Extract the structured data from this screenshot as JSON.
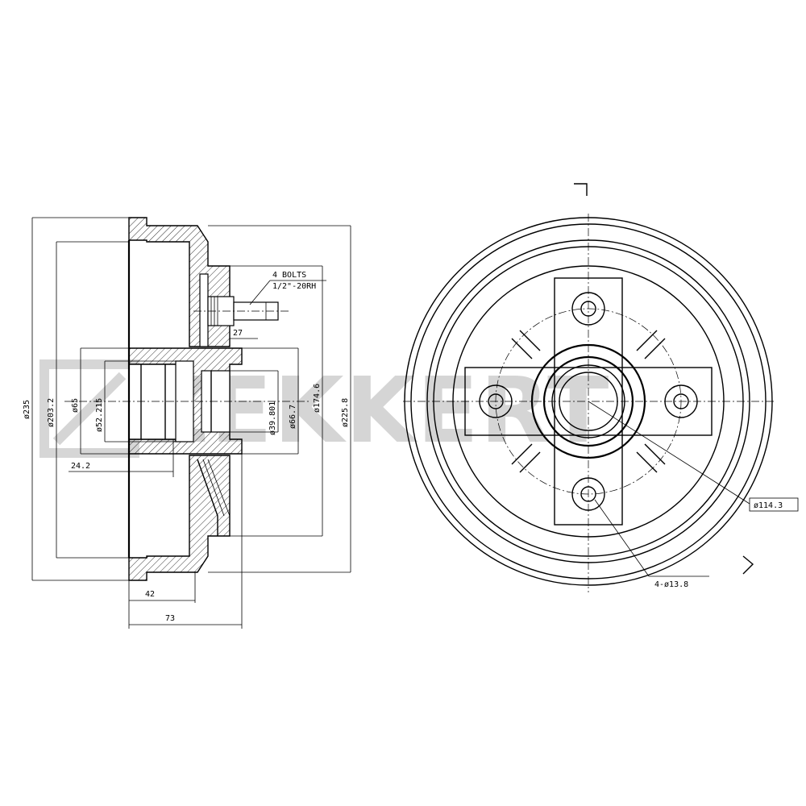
{
  "watermark": "ZEKKERT",
  "dims": {
    "d235": "ø235",
    "d203": "ø203.2",
    "d65": "ø65",
    "d52": "ø52.215",
    "d39": "ø39.801",
    "d66": "ø66.7",
    "d174": "ø174.6",
    "d225": "ø225.8",
    "w24": "24.2",
    "w27": "27",
    "w42": "42",
    "w73": "73",
    "bolts1": "4 BOLTS",
    "bolts2": "1/2\"-20RH",
    "pcd": "ø114.3",
    "holes": "4-ø13.8"
  }
}
